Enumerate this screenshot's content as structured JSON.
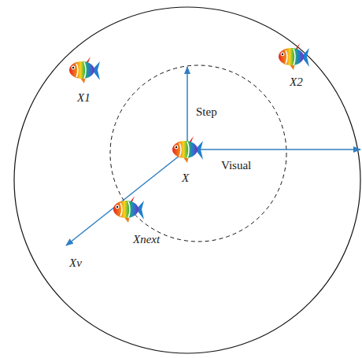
{
  "diagram": {
    "labels": [
      "X1",
      "X2",
      "Step",
      "X",
      "Visual",
      "Xnext",
      "Xv"
    ]
  }
}
